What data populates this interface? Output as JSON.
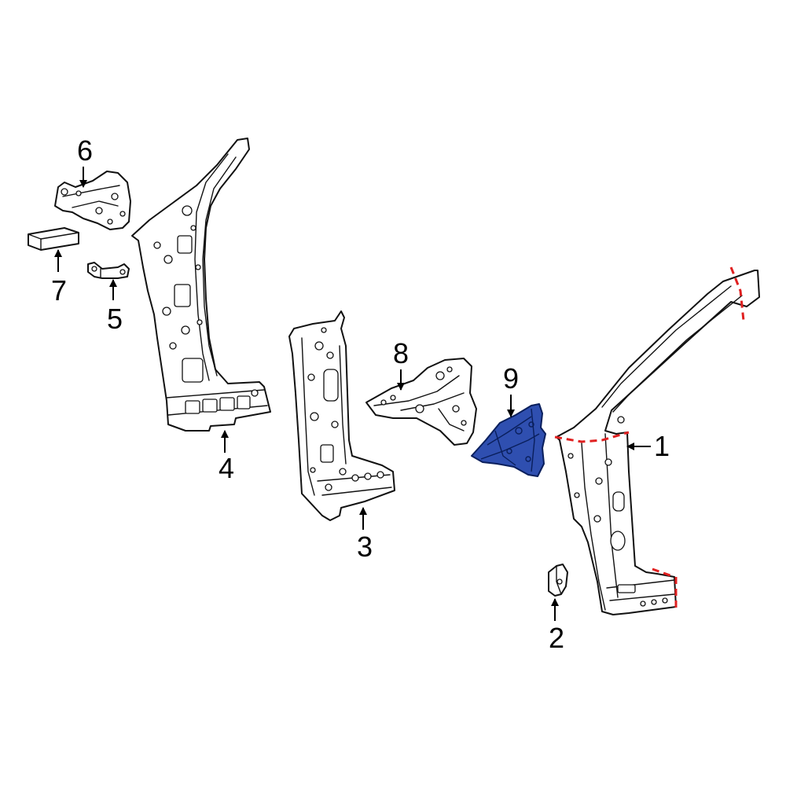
{
  "colors": {
    "line": "#111111",
    "highlight_fill": "#2f4fb0",
    "highlight_stroke": "#0a1f5c",
    "cut_line": "#e02020",
    "background": "#ffffff"
  },
  "callouts": [
    {
      "id": "1",
      "label": "1",
      "part": "pillar-outer-panel"
    },
    {
      "id": "2",
      "label": "2",
      "part": "small-bracket"
    },
    {
      "id": "3",
      "label": "3",
      "part": "center-pillar-reinforcement"
    },
    {
      "id": "4",
      "label": "4",
      "part": "inner-pillar-panel"
    },
    {
      "id": "5",
      "label": "5",
      "part": "hinge-bracket"
    },
    {
      "id": "6",
      "label": "6",
      "part": "upper-gusset-bracket"
    },
    {
      "id": "7",
      "label": "7",
      "part": "foam-insulator-block"
    },
    {
      "id": "8",
      "label": "8",
      "part": "lower-reinforcement-bracket"
    },
    {
      "id": "9",
      "label": "9",
      "part": "highlighted-reinforcement-plate"
    }
  ],
  "highlighted_callout": "9"
}
